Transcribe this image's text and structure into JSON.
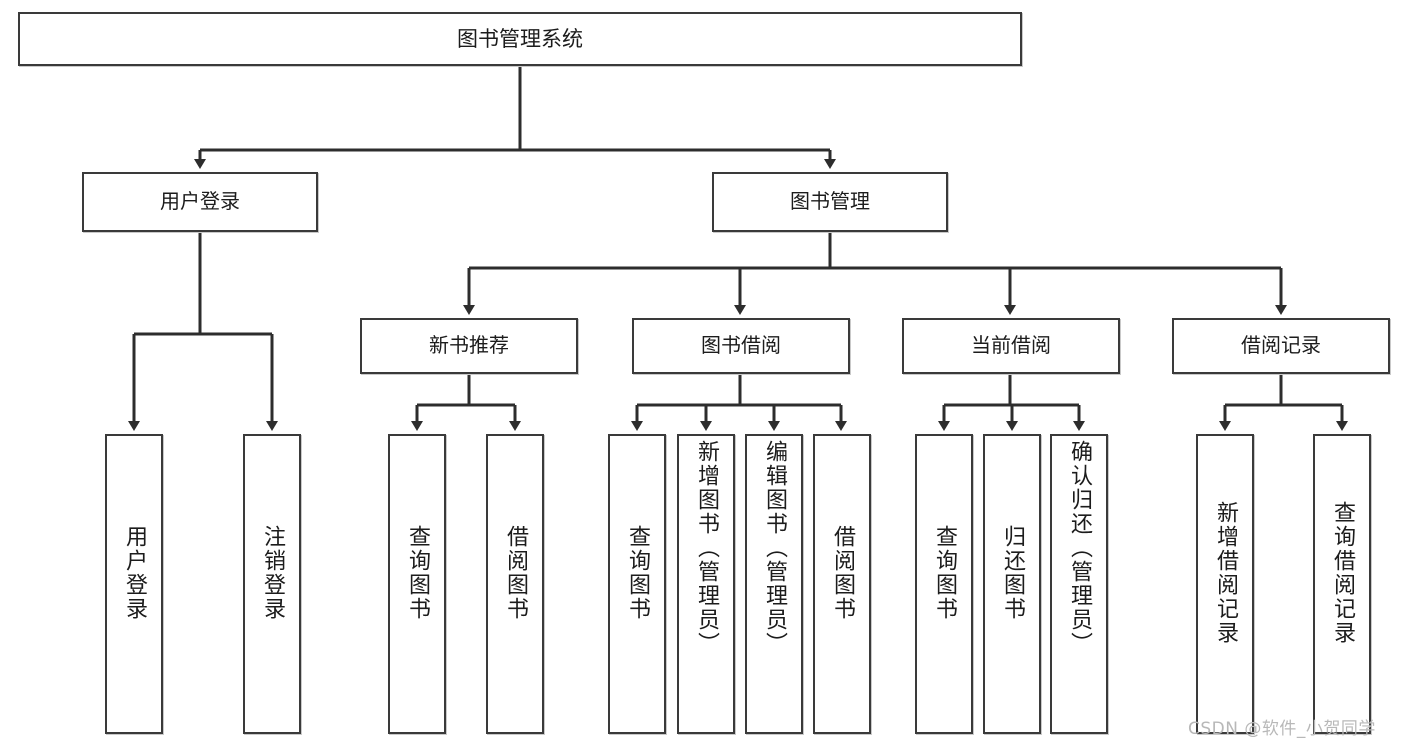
{
  "diagram": {
    "type": "hierarchy-tree",
    "title": "图书管理系统",
    "root": {
      "label": "图书管理系统"
    },
    "level1": [
      {
        "label": "用户登录"
      },
      {
        "label": "图书管理"
      }
    ],
    "level2": [
      {
        "label": "新书推荐"
      },
      {
        "label": "图书借阅"
      },
      {
        "label": "当前借阅"
      },
      {
        "label": "借阅记录"
      }
    ],
    "leaves": [
      {
        "label": "用户登录"
      },
      {
        "label": "注销登录"
      },
      {
        "label": "查询图书"
      },
      {
        "label": "借阅图书"
      },
      {
        "label": "查询图书"
      },
      {
        "label": "新增图书（管理员）"
      },
      {
        "label": "编辑图书（管理员）"
      },
      {
        "label": "借阅图书"
      },
      {
        "label": "查询图书"
      },
      {
        "label": "归还图书"
      },
      {
        "label": "确认归还（管理员）"
      },
      {
        "label": "新增借阅记录"
      },
      {
        "label": "查询借阅记录"
      }
    ]
  },
  "watermark": {
    "text": "CSDN @软件_小贺同学"
  },
  "colors": {
    "background": "#ffffff",
    "box_border": "#3a3a3a",
    "box_fill": "#ffffff",
    "connector": "#2d2d2d",
    "text": "#1c1c1c",
    "watermark": "#b8b8b8"
  }
}
